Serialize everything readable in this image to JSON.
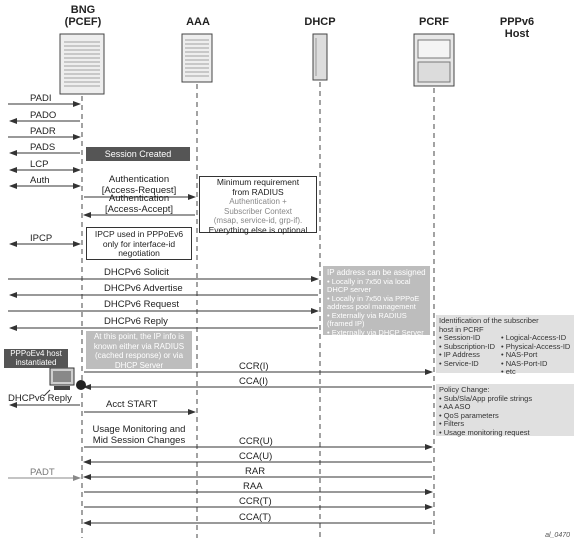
{
  "headers": {
    "bng": "BNG\n(PCEF)",
    "aaa": "AAA",
    "dhcp": "DHCP",
    "pcrf": "PCRF",
    "host": "PPPv6\nHost"
  },
  "messages": {
    "padi": "PADI",
    "pado": "PADO",
    "padr": "PADR",
    "pads": "PADS",
    "session_created": "Session Created",
    "lcp": "LCP",
    "auth": "Auth",
    "auth_request": "Authentication\n[Access-Request]",
    "auth_accept": "Authentication\n[Access-Accept]",
    "ipcp": "IPCP",
    "dhcpv6_solicit": "DHCPv6 Solicit",
    "dhcpv6_advertise": "DHCPv6 Advertise",
    "dhcpv6_request": "DHCPv6 Request",
    "dhcpv6_reply": "DHCPv6 Reply",
    "ccr_i": "CCR(I)",
    "cca_i": "CCA(I)",
    "dhcpv6_reply_host": "DHCPv6 Reply",
    "acct_start": "Acct START",
    "usage": "Usage Monitoring and\nMid Session Changes",
    "ccr_u": "CCR(U)",
    "cca_u": "CCA(U)",
    "rar": "RAR",
    "raa": "RAA",
    "padt": "PADT",
    "ccr_t": "CCR(T)",
    "cca_t": "CCA(T)"
  },
  "notes": {
    "radius_req": {
      "line1": "Minimum requirement\nfrom RADIUS",
      "line2": "Authentication +\nSubscriber Context\n(msap, service-id, grp-if).",
      "line3": "Everything else is optional"
    },
    "ipcp_note": "IPCP used in PPPoEv6\nonly for interface-id\nnegotiation",
    "ip_assign": {
      "title": "IP address can be assigned",
      "items": [
        "Locally in 7x50 via local DHCP server",
        "Locally in 7x50 via PPPoE address pool management",
        "Externally via RADIUS (framed IP)",
        "Externally via DHCP Server"
      ]
    },
    "ip_known": "At this point, the IP info is\nknown either via RADIUS\n(cached response) or via\nDHCP Server",
    "host_instantiated": "PPPoEv4 host\ninstantiated",
    "subscriber_id": {
      "title": "Identification of the subscriber\nhost in PCRF",
      "col1": [
        "Session-ID",
        "Subscription-ID",
        "IP Address",
        "Service-ID"
      ],
      "col2": [
        "Logical-Access-ID",
        "Physical-Access-ID",
        "NAS-Port",
        "NAS-Port-ID",
        "etc"
      ]
    },
    "policy_change": {
      "title": "Policy Change:",
      "items": [
        "Sub/Sla/App profile strings",
        "AA ASO",
        "QoS parameters",
        "Filters",
        "Usage monitoring request"
      ]
    }
  },
  "figure_id": "al_0470"
}
